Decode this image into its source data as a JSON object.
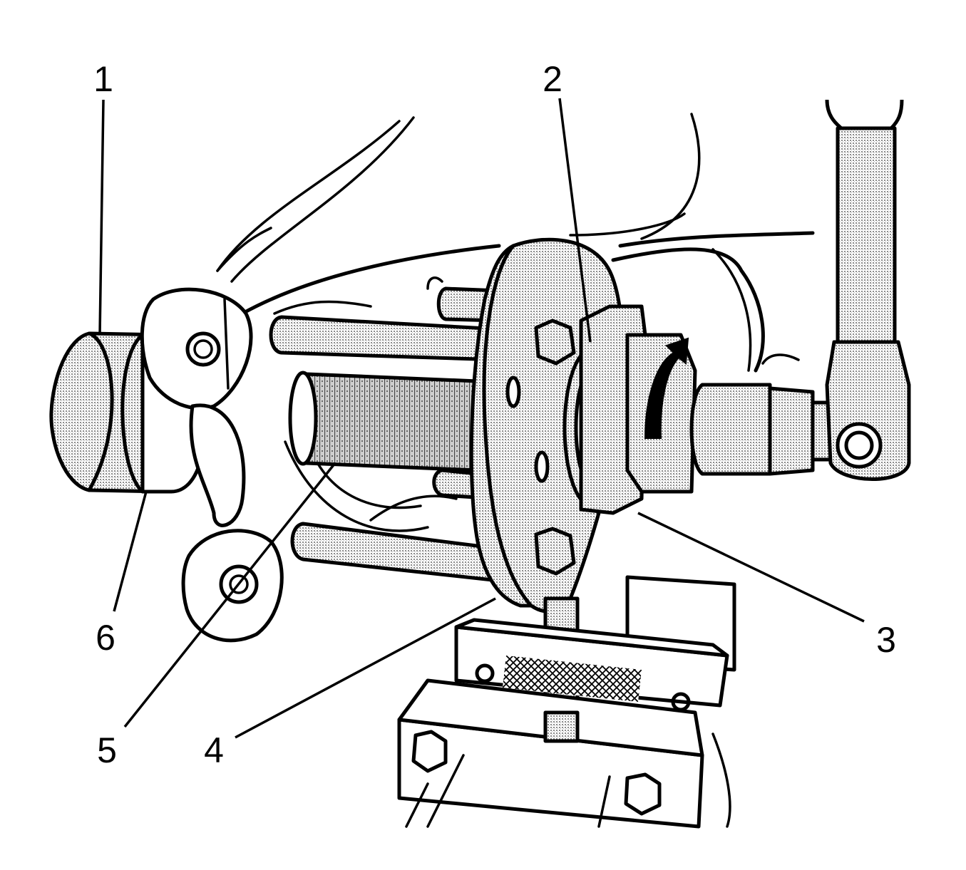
{
  "callouts": [
    {
      "id": "1",
      "label": "1"
    },
    {
      "id": "2",
      "label": "2"
    },
    {
      "id": "3",
      "label": "3"
    },
    {
      "id": "4",
      "label": "4"
    },
    {
      "id": "5",
      "label": "5"
    },
    {
      "id": "6",
      "label": "6"
    }
  ],
  "colors": {
    "line": "#000000",
    "background": "#ffffff",
    "stipple": "#bdbdbd"
  }
}
